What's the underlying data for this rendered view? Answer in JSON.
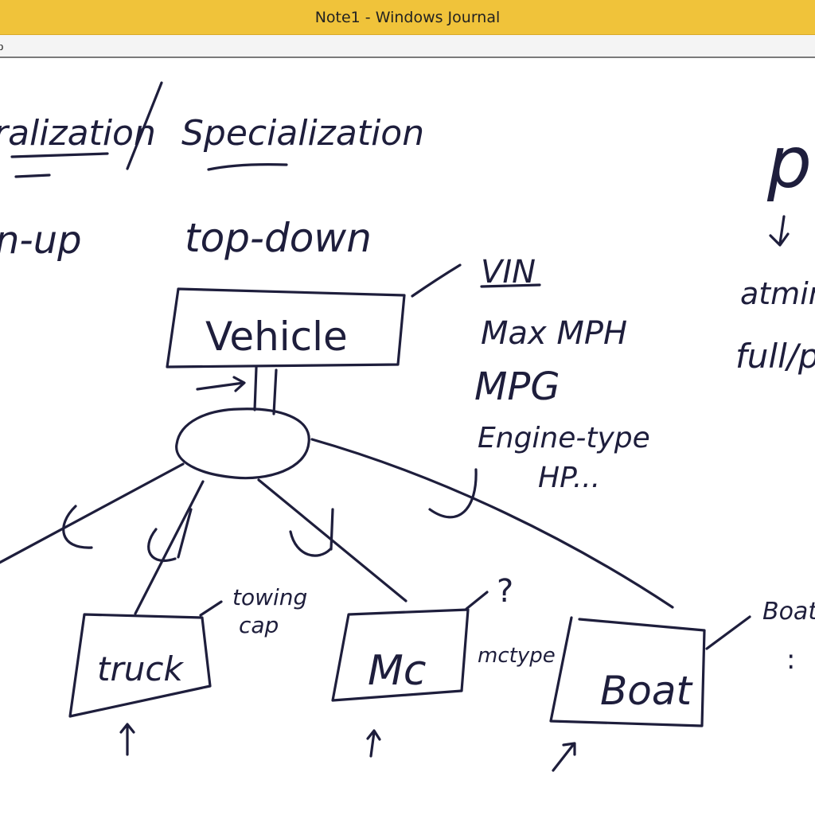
{
  "window": {
    "title": "Note1 - Windows Journal",
    "accent_color": "#f0c33a"
  },
  "menubar": {
    "partial_item": "p"
  },
  "note": {
    "ink_color": "#1e1e3c",
    "header": {
      "left": "ralization",
      "right": "Specialization"
    },
    "bottom_up": "n-up",
    "top_down": "top-down",
    "entities": {
      "vehicle": "Vehicle",
      "truck": "truck",
      "mc": "Mc",
      "boat": "Boat"
    },
    "vehicle_attributes": {
      "key": "VIN",
      "items": [
        "Max MPH",
        "MPG",
        "Engine-type",
        "HP..."
      ]
    },
    "truck_attribute": {
      "line1": "towing",
      "line2": "cap"
    },
    "mc_attribute": {
      "question": "?",
      "label": "mctype"
    },
    "boat_attribute": {
      "label": "Boat f",
      "more": ":"
    },
    "right_margin": {
      "symbol": "p",
      "line1": "atmin",
      "line2": "full/pa"
    }
  }
}
